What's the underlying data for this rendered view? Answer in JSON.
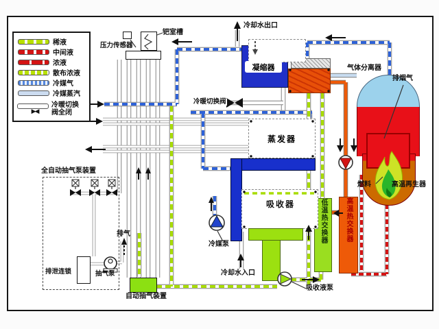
{
  "legend": {
    "items": [
      {
        "label": "稀液",
        "line": "lime-dashed"
      },
      {
        "label": "中间液",
        "line": "red-dashed"
      },
      {
        "label": "浓液",
        "line": "red-long-dash"
      },
      {
        "label": "散布浓液",
        "line": "lime-short-dash"
      },
      {
        "label": "冷媒气",
        "line": "blue-dotted"
      },
      {
        "label": "冷媒蒸汽",
        "line": "light-blue-solid"
      },
      {
        "label": "冷暖切换\n阀全闭",
        "line": "white-pipe-closed-valve",
        "symbol": "▶◀"
      }
    ]
  },
  "labels": {
    "pressure_sensor": "压力传感器",
    "pd_chamber": "钯室槽",
    "cooling_water_outlet": "冷却水出口",
    "condenser": "凝缩器",
    "gas_separator": "气体分离器",
    "exhaust_smoke": "排烟气",
    "evaporator": "蒸发器",
    "switch_valve": "冷暖切换阀",
    "absorber": "吸收器",
    "refrigerant_pump": "冷媒泵",
    "cooling_water_inlet": "冷却水入口",
    "lt_heat_exchanger": "低温热交换器",
    "ht_heat_exchanger": "高温热交换器",
    "fuel": "燃料",
    "ht_regenerator": "高温再生器",
    "purge_system": "全自动抽气泵装置",
    "drain_interlock": "排泄连锁",
    "purge_pump": "抽气泵",
    "exhaust_air": "排气",
    "auto_purge_device": "自动抽气装置",
    "absorbent_pump": "吸收液泵"
  },
  "colors": {
    "dilute_solution": "#b8e000",
    "solution_red": "#d41414",
    "refrigerant_vapor_blue": "#2e62d8",
    "refrigerant_vapor_light": "#c8dcf0",
    "intermediate_orange": "#ee5a08",
    "condenser_blue": "#2030c8",
    "separator_dome_blue": "#9cd2ec",
    "regenerator_red": "#e81018",
    "regenerator_liquid": "#cc6a00",
    "flame_outer": "#cde226",
    "flame_inner": "#2ab52a",
    "component_green": "#9ce010"
  }
}
